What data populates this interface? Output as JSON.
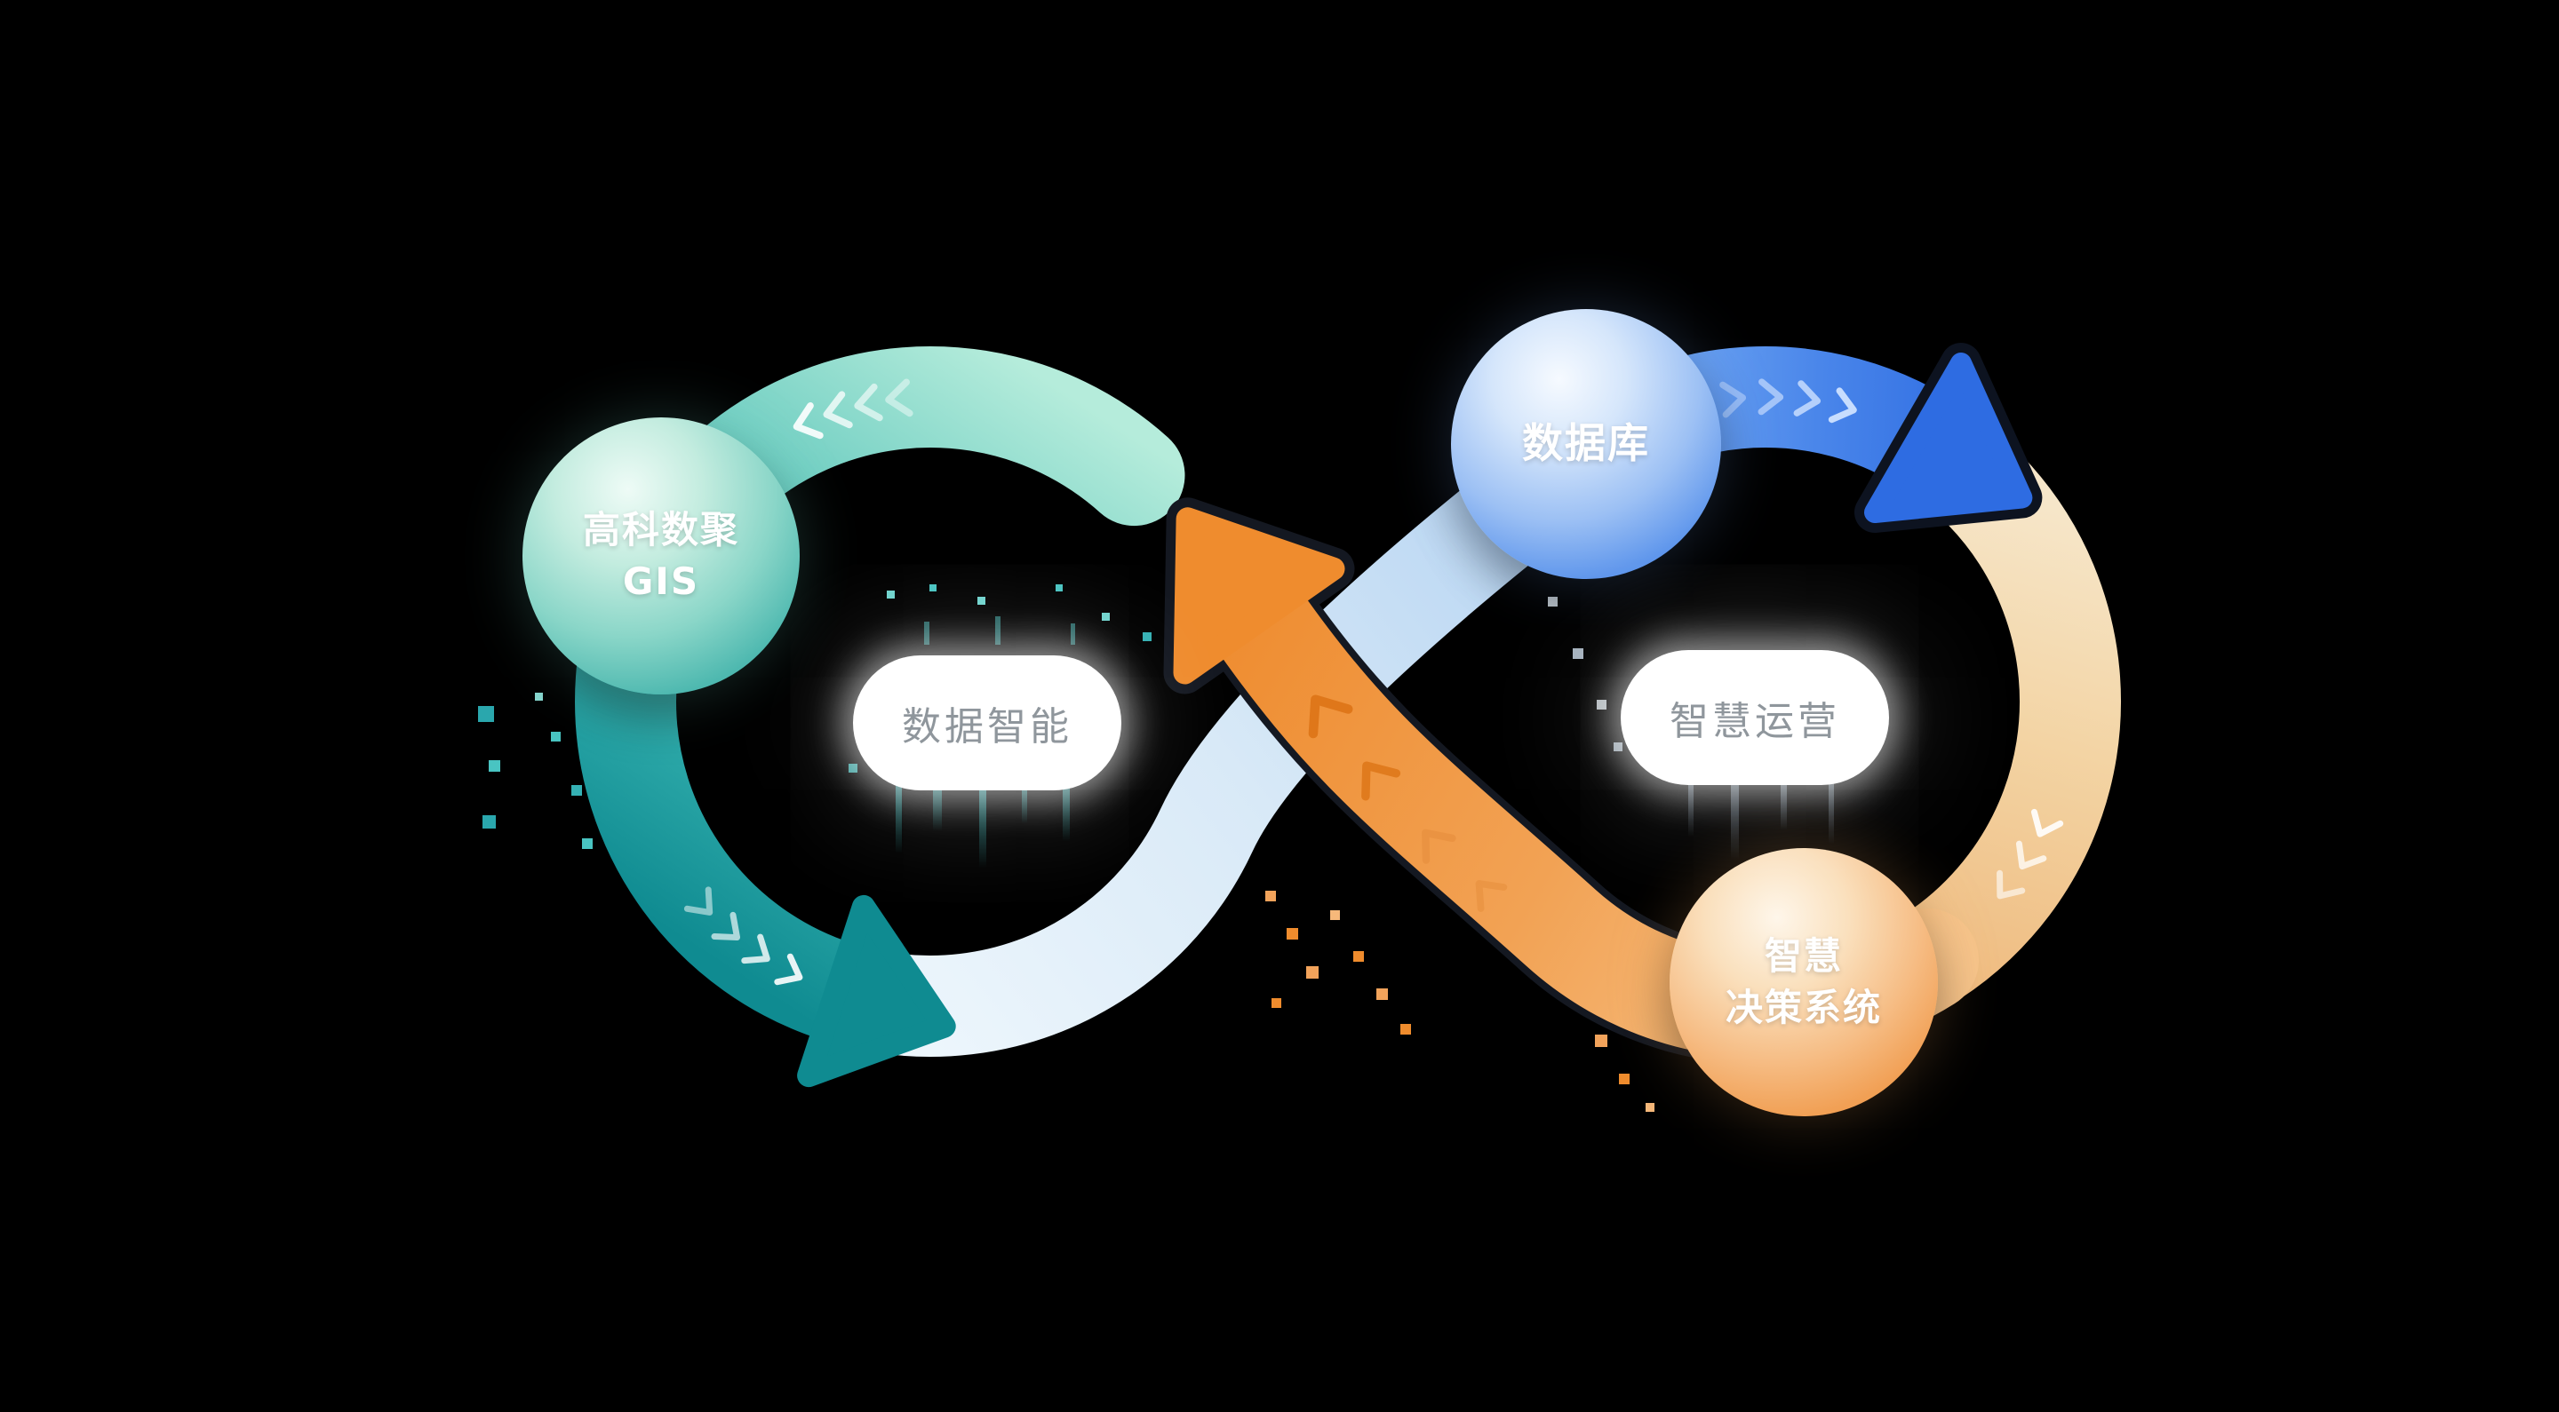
{
  "nodes": {
    "gis": {
      "line1": "高科数聚",
      "line2": "GIS"
    },
    "database": {
      "label": "数据库"
    },
    "decision": {
      "line1": "智慧",
      "line2": "决策系统"
    }
  },
  "loop_labels": {
    "left": "数据智能",
    "right": "智慧运营"
  },
  "colors": {
    "background": "#000000",
    "teal_dark": "#0f8b91",
    "mint": "#b5ecdb",
    "pale_blue": "#d8e9f7",
    "blue": "#2e6ce2",
    "cream": "#f3d4a4",
    "orange": "#ee8a2c",
    "pill_text": "#8f969c"
  }
}
